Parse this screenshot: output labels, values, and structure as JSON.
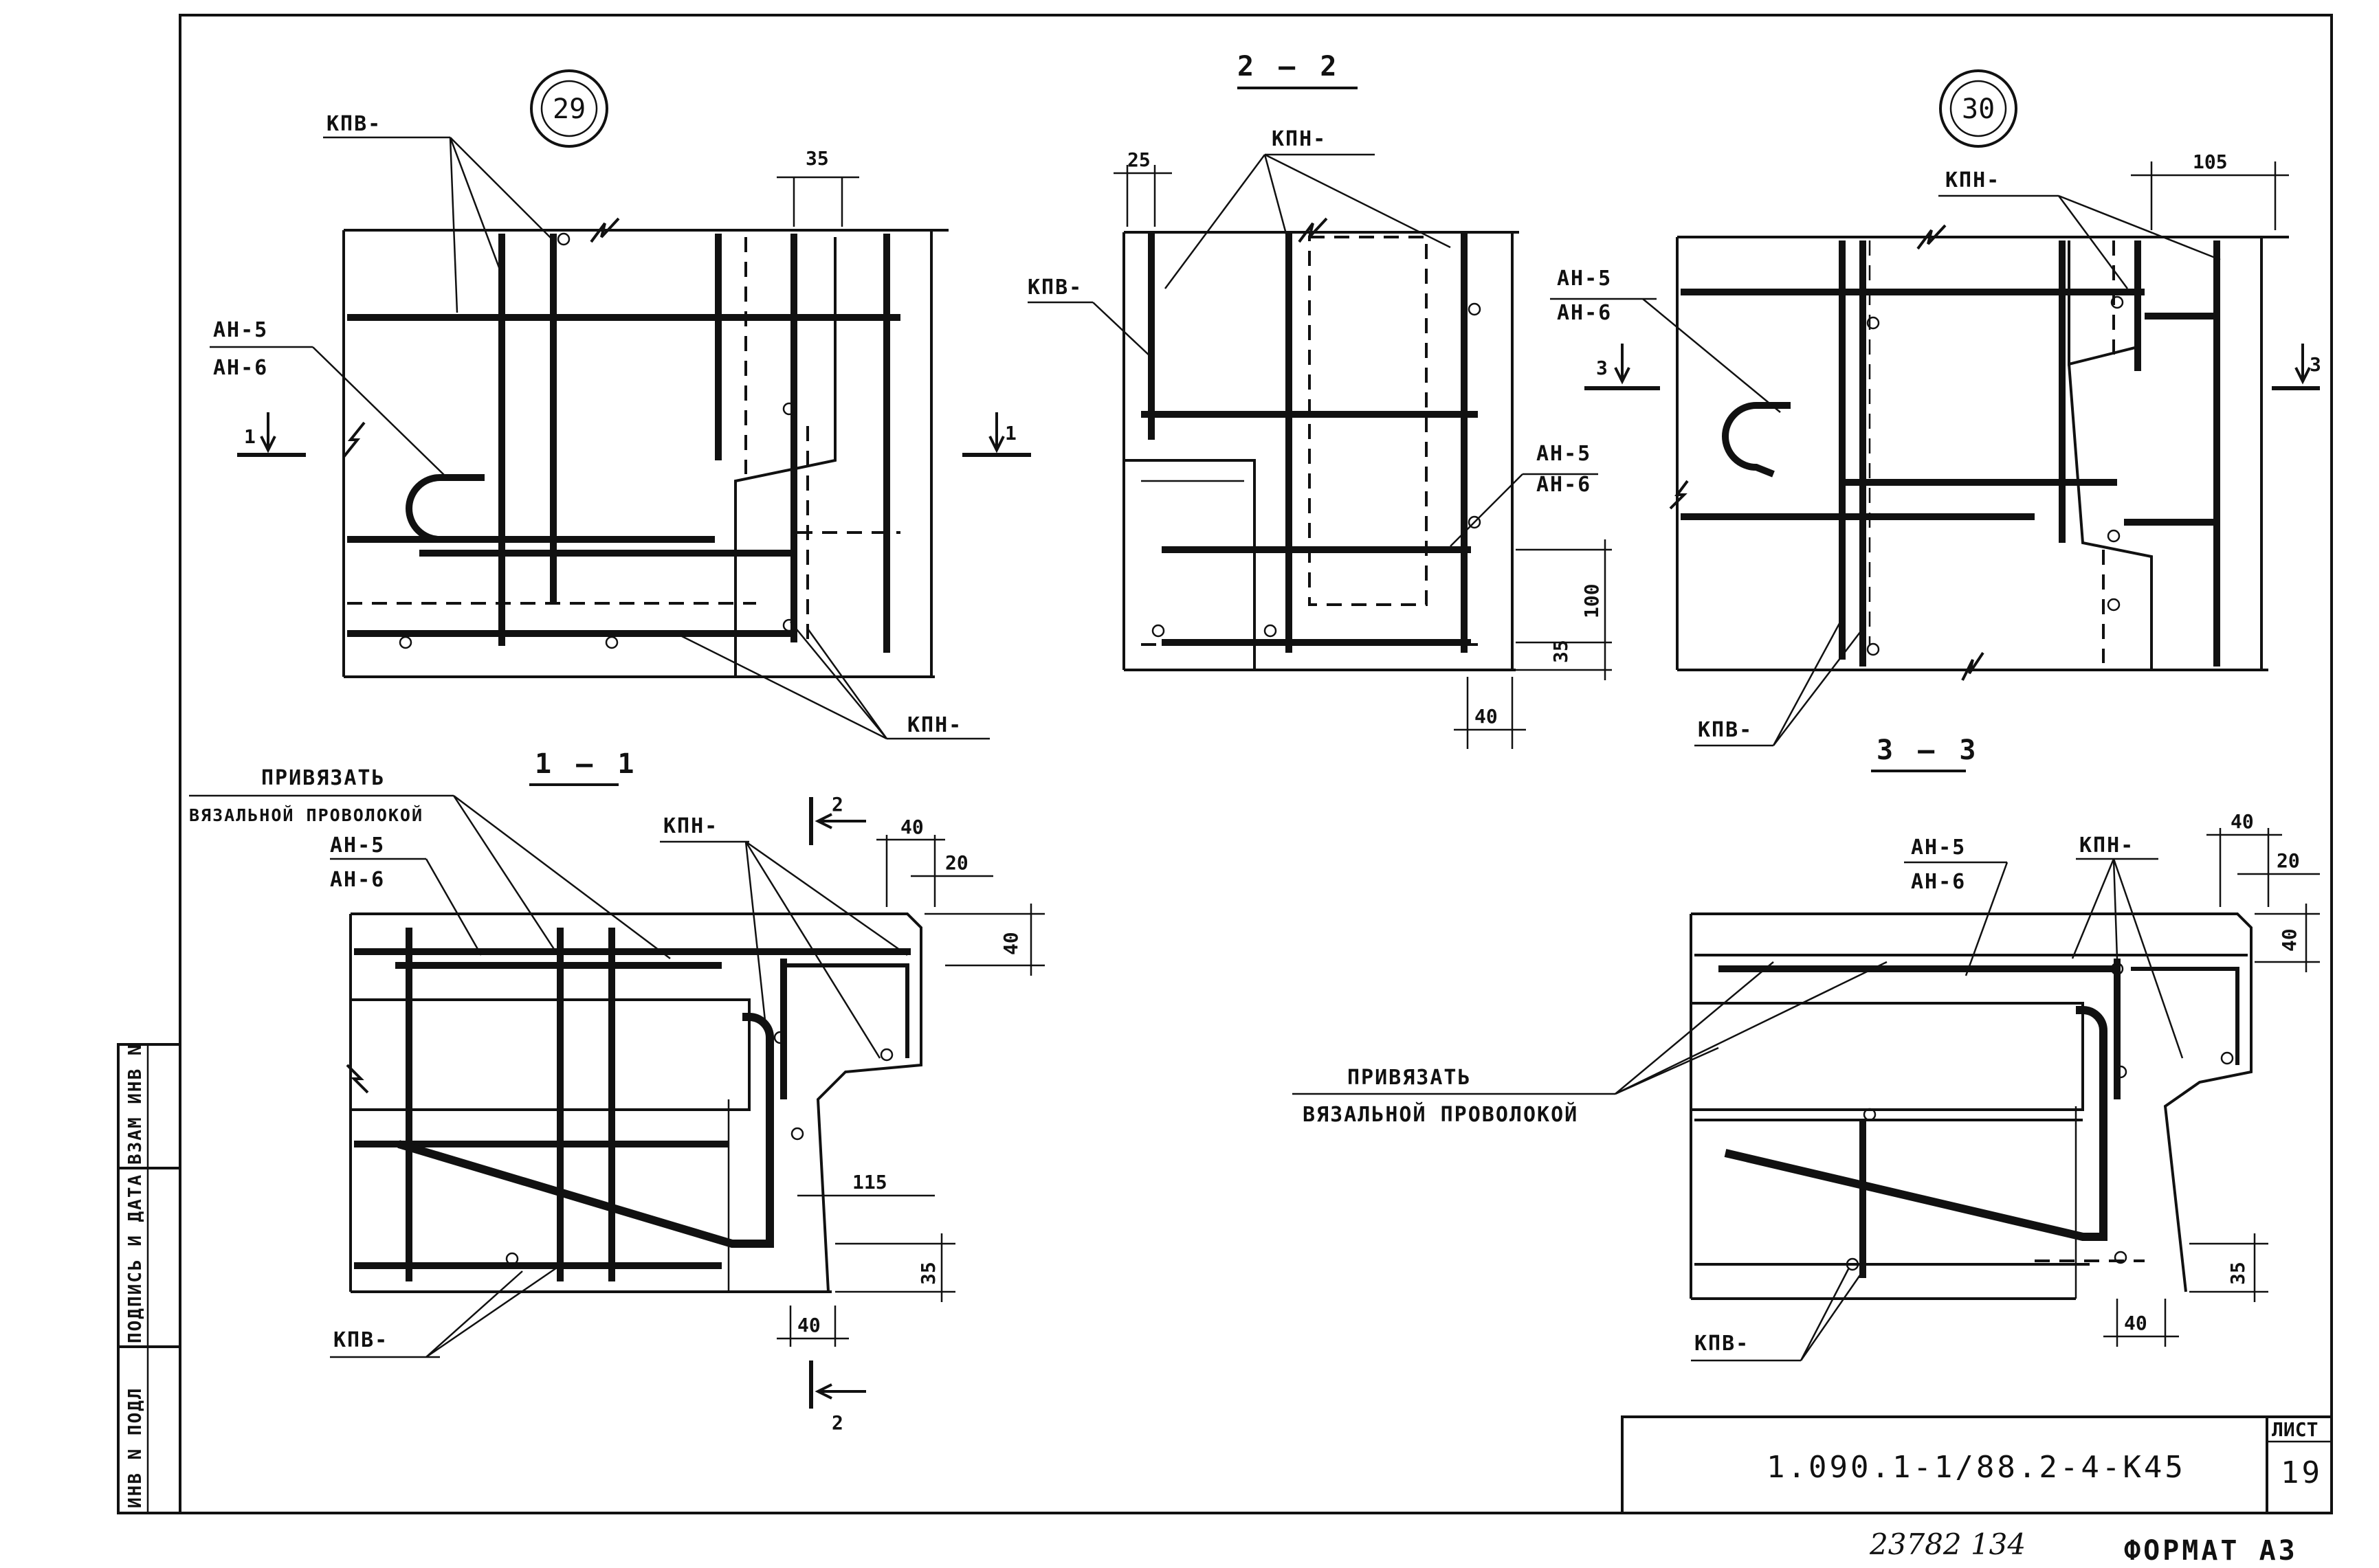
{
  "labels": {
    "kpv": "КПВ-",
    "kpn": "КПН-",
    "an5": "АН-5",
    "an6": "АН-6",
    "tie_1": "ПРИВЯЗАТЬ",
    "tie_2": "ВЯЗАЛЬНОЙ ПРОВОЛОКОЙ"
  },
  "nodes": {
    "node29": "29",
    "node30": "30"
  },
  "sections": {
    "s22": "2 — 2",
    "s11": "1 — 1",
    "s33": "3 — 3",
    "m1": "1",
    "m2": "2",
    "m3": "3"
  },
  "dims": {
    "d35": "35",
    "d25": "25",
    "d105": "105",
    "d100": "100",
    "d40": "40",
    "d20": "20",
    "d115": "115"
  },
  "side_strip": {
    "inv_podl": "ИНВ N ПОДЛ",
    "podpis": "ПОДПИСЬ И ДАТА",
    "vzam": "ВЗАМ ИНВ N"
  },
  "title_block": {
    "code": "1.090.1-1/88.2-4-К45",
    "sheet_label": "ЛИСТ",
    "sheet_no": "19"
  },
  "footer": {
    "handwritten": "23782 134",
    "format": "ФОРМАТ А3"
  }
}
